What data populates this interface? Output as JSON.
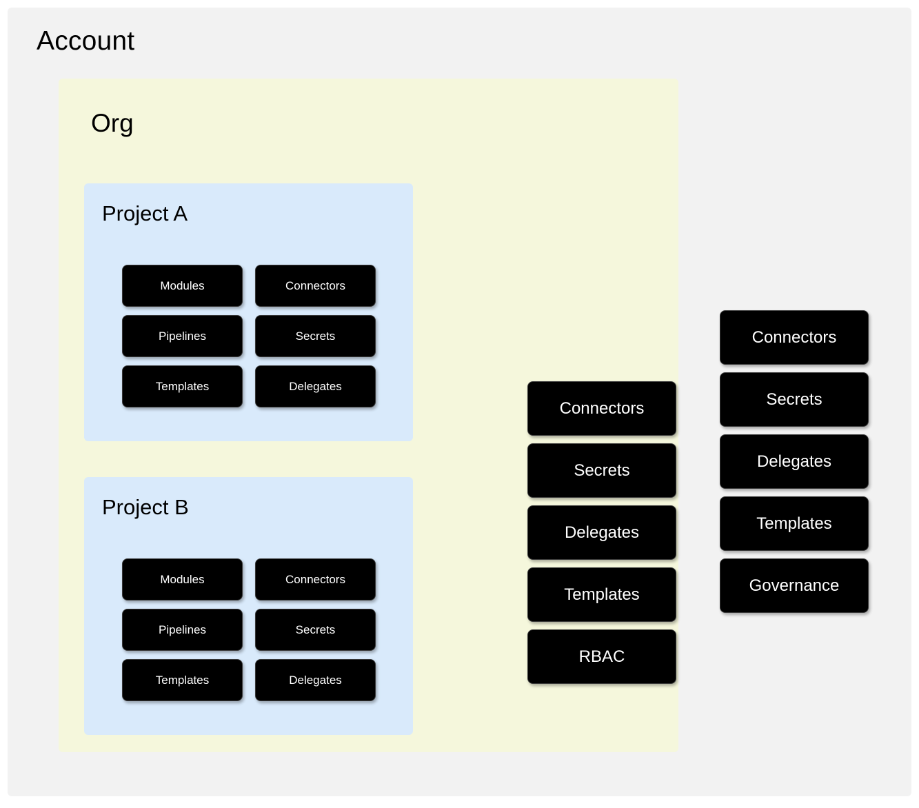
{
  "diagram": {
    "title": "Account",
    "colors": {
      "page_background": "#ffffff",
      "account_card": "#f2f2f2",
      "org_card": "#f5f7dc",
      "project_card": "#d9eafb",
      "chip_background": "#000000",
      "chip_text": "#ffffff"
    }
  },
  "account": {
    "label": "Account",
    "scope_items": [
      {
        "label": "Connectors"
      },
      {
        "label": "Secrets"
      },
      {
        "label": "Delegates"
      },
      {
        "label": "Templates"
      },
      {
        "label": "Governance"
      }
    ]
  },
  "org": {
    "label": "Org",
    "scope_items": [
      {
        "label": "Connectors"
      },
      {
        "label": "Secrets"
      },
      {
        "label": "Delegates"
      },
      {
        "label": "Templates"
      },
      {
        "label": "RBAC"
      }
    ]
  },
  "projects": [
    {
      "label": "Project A",
      "items": [
        {
          "label": "Modules"
        },
        {
          "label": "Connectors"
        },
        {
          "label": "Pipelines"
        },
        {
          "label": "Secrets"
        },
        {
          "label": "Templates"
        },
        {
          "label": "Delegates"
        }
      ]
    },
    {
      "label": "Project B",
      "items": [
        {
          "label": "Modules"
        },
        {
          "label": "Connectors"
        },
        {
          "label": "Pipelines"
        },
        {
          "label": "Secrets"
        },
        {
          "label": "Templates"
        },
        {
          "label": "Delegates"
        }
      ]
    }
  ]
}
